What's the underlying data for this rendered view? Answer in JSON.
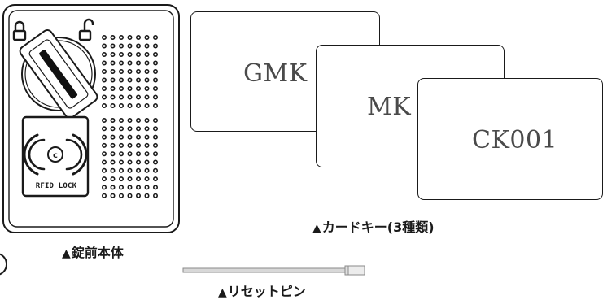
{
  "lock_body": {
    "rfid_label": "RFID LOCK",
    "rfid_symbol": "((c))",
    "locked_icon": "padlock-closed-icon",
    "unlocked_icon": "padlock-open-icon"
  },
  "cards": [
    {
      "label": "GMK"
    },
    {
      "label": "MK"
    },
    {
      "label": "CK001"
    }
  ],
  "captions": {
    "lock_body": "錠前本体",
    "cards": "カードキー(3種類)",
    "reset_pin": "リセットピン",
    "marker": "▲"
  },
  "colors": {
    "line": "#1a1a1a",
    "card_text": "#4a4a4a",
    "pin": "#9a9a9a"
  }
}
